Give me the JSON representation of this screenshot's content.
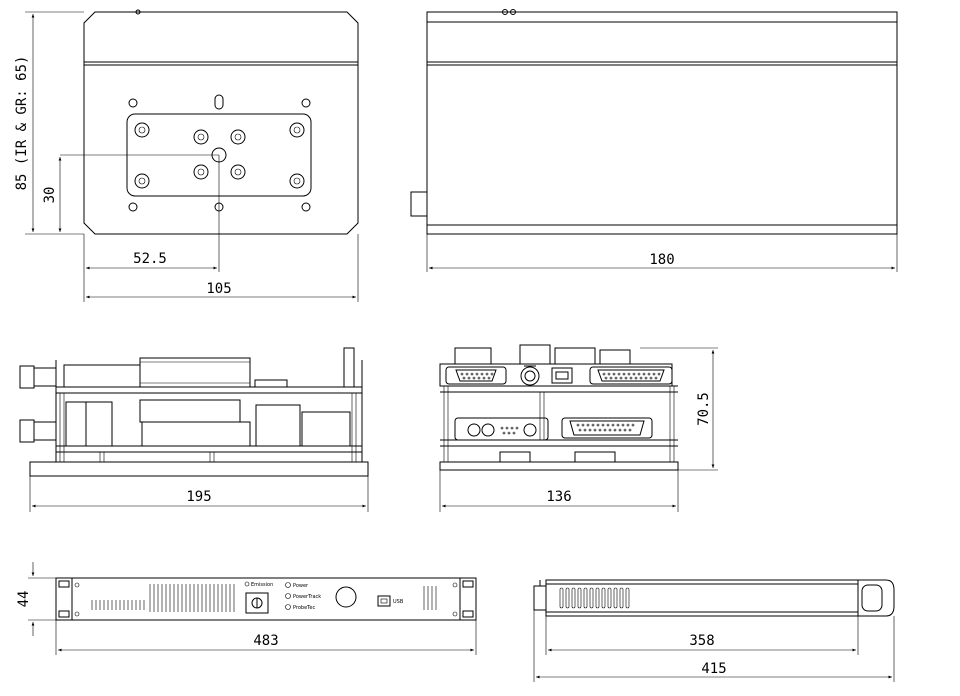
{
  "dimensions": {
    "top_view_height": "85 (IR & GR: 65)",
    "top_view_hole_height": "30",
    "top_view_half_width": "52.5",
    "top_view_width": "105",
    "side_view_length": "180",
    "open_side_length": "195",
    "open_front_width": "136",
    "open_front_height": "70.5",
    "rack_height": "44",
    "rack_width": "483",
    "rack_side_depth": "358",
    "rack_side_total": "415"
  },
  "rack_labels": {
    "emission": "Emission",
    "power": "Power",
    "power_track": "PowerTrack",
    "probe_tec": "ProbeTec",
    "usb": "USB"
  }
}
